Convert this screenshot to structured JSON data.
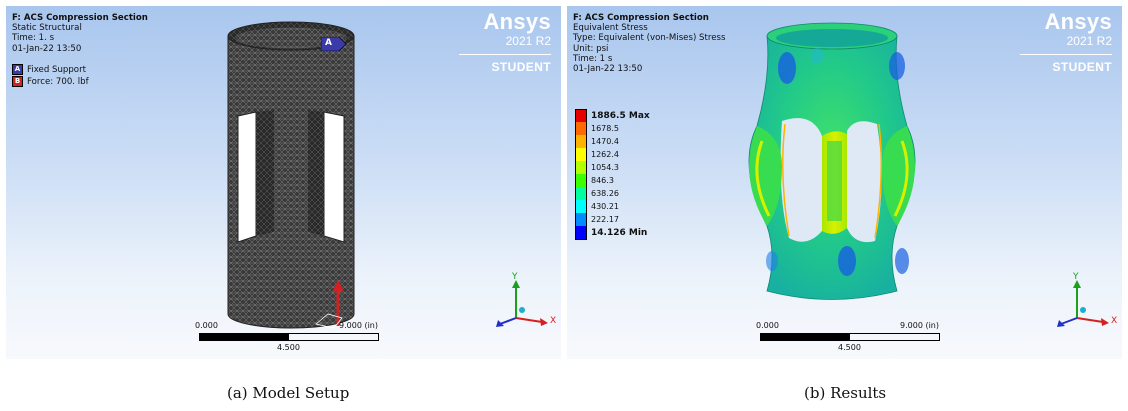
{
  "panel_a": {
    "title": "F: ACS Compression Section",
    "subtitle": "Static Structural",
    "time": "Time: 1. s",
    "date": "01-Jan-22 13:50",
    "legend": [
      {
        "tag": "A",
        "label": "Fixed Support",
        "color": "#3a3aa8"
      },
      {
        "tag": "B",
        "label": "Force: 700. lbf",
        "color": "#d42020"
      }
    ],
    "marker_a": "A",
    "logo": {
      "brand": "Ansys",
      "version": "2021 R2",
      "edition": "STUDENT"
    },
    "scale": {
      "left": "0.000",
      "right": "9.000 (in)",
      "mid": "4.500"
    },
    "triad": {
      "x": "X",
      "y": "Y"
    }
  },
  "panel_b": {
    "title": "F: ACS Compression Section",
    "line1": "Equivalent Stress",
    "line2": "Type: Equivalent (von-Mises) Stress",
    "line3": "Unit: psi",
    "time": "Time: 1 s",
    "date": "01-Jan-22 13:50",
    "colorbar": [
      {
        "label": "1886.5 Max",
        "bold": true,
        "color": "#e60000"
      },
      {
        "label": "1678.5",
        "bold": false,
        "color": "#ff6a00"
      },
      {
        "label": "1470.4",
        "bold": false,
        "color": "#ffb300"
      },
      {
        "label": "1262.4",
        "bold": false,
        "color": "#ffff00"
      },
      {
        "label": "1054.3",
        "bold": false,
        "color": "#b4ff00"
      },
      {
        "label": "846.3",
        "bold": false,
        "color": "#3cff00"
      },
      {
        "label": "638.26",
        "bold": false,
        "color": "#00ffa0"
      },
      {
        "label": "430.21",
        "bold": false,
        "color": "#00ffff"
      },
      {
        "label": "222.17",
        "bold": false,
        "color": "#008cff"
      },
      {
        "label": "14.126 Min",
        "bold": true,
        "color": "#0000ff"
      }
    ],
    "logo": {
      "brand": "Ansys",
      "version": "2021 R2",
      "edition": "STUDENT"
    },
    "scale": {
      "left": "0.000",
      "right": "9.000 (in)",
      "mid": "4.500"
    },
    "triad": {
      "x": "X",
      "y": "Y"
    }
  },
  "captions": {
    "a": "(a)  Model Setup",
    "b": "(b)  Results"
  }
}
